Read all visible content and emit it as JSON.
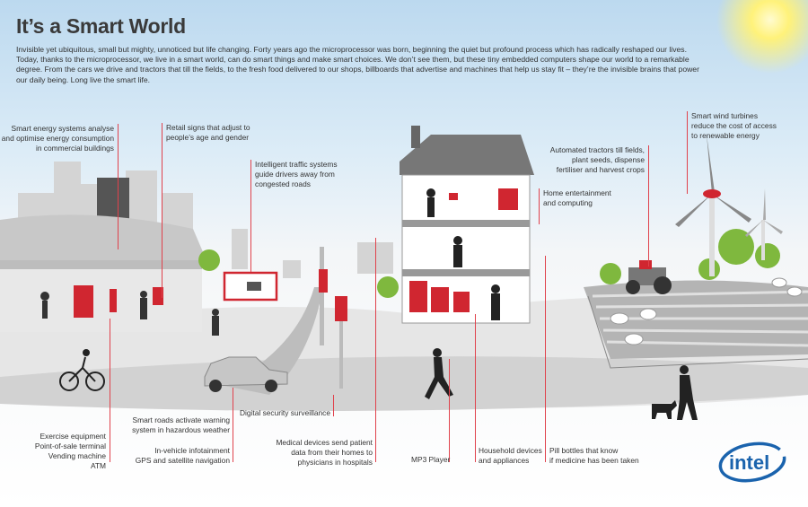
{
  "title": "It’s a Smart World",
  "intro": "Invisible yet ubiquitous, small but mighty, unnoticed but life changing. Forty years ago the microprocessor was born, beginning the quiet but profound process which has radically reshaped our lives. Today, thanks to the microprocessor, we live in a smart world, can do smart things and make smart choices. We don’t see them, but these tiny embedded computers shape our world to a remarkable degree. From the cars we drive and tractors that till the fields, to the fresh food delivered to our shops, billboards that advertise and machines that help us stay fit – they’re the invisible brains that power our daily being. Long live the smart life.",
  "callouts": {
    "smart_energy": "Smart energy systems analyse\nand optimise energy consumption\nin commercial buildings",
    "retail_signs": "Retail signs that adjust to\npeople’s age and gender",
    "traffic": "Intelligent traffic systems\nguide drivers away from\ncongested roads",
    "home_entertainment": "Home entertainment\nand computing",
    "tractors": "Automated tractors till fields,\nplant seeds, dispense\nfertiliser and harvest crops",
    "wind": "Smart wind turbines\nreduce the cost of access\nto renewable energy",
    "exercise": "Exercise equipment\nPoint-of-sale terminal\nVending machine\nATM",
    "smart_roads": "Smart roads activate warning\nsystem in hazardous weather",
    "infotainment": "In-vehicle infotainment\nGPS and satellite navigation",
    "security": "Digital security surveillance",
    "medical": "Medical devices send patient\ndata from their homes to\nphysicians in hospitals",
    "mp3": "MP3 Player",
    "household": "Household devices\nand appliances",
    "pill": "Pill bottles that know\nif medicine has been taken"
  },
  "logo": "intel",
  "colors": {
    "accent": "#e0424c",
    "brand": "#1a63ad",
    "sun": "#fff27a"
  }
}
